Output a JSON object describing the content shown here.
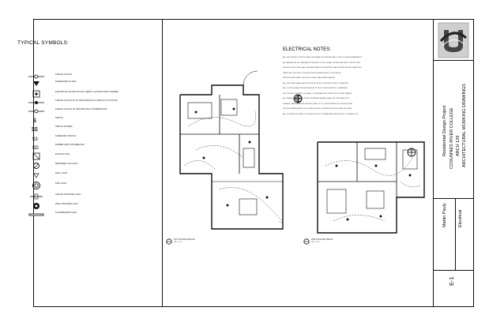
{
  "legend": {
    "title": "TYPICAL SYMBOLS:",
    "items": [
      {
        "label": "DUPLEX OUTLET",
        "icon": "duplex-outlet-icon"
      },
      {
        "label": "TELEPHONE OUTLET",
        "icon": "telephone-outlet-icon"
      },
      {
        "label": "ELECTRICAL FLOOR OUTLET (VERIFY LOCATION WITH OWNER)",
        "icon": "floor-outlet-icon"
      },
      {
        "label": "DUPLEX OUTLET W/ (1) SWITCHED PLUG (SWITCH TO OUTLET)",
        "icon": "switched-outlet-icon"
      },
      {
        "label": "DUPLEX OUTLET W/ GROUND FAULT INTERRUPTOR",
        "icon": "gfi-outlet-icon"
      },
      {
        "label": "SWITCH",
        "icon": "switch-icon"
      },
      {
        "label": "SWITCH DOUBLE",
        "icon": "double-switch-icon"
      },
      {
        "label": "THREE-WAY SWITCH",
        "icon": "three-way-switch-icon"
      },
      {
        "label": "DIMMER SWITCH/THREE WAY",
        "icon": "dimmer-switch-icon"
      },
      {
        "label": "EXHAUST FAN",
        "icon": "exhaust-fan-icon"
      },
      {
        "label": "RECESSED CAN LIGHT",
        "icon": "recessed-light-icon"
      },
      {
        "label": "WALL LIGHT",
        "icon": "wall-light-icon"
      },
      {
        "label": "DISC LIGHT",
        "icon": "disc-light-icon"
      },
      {
        "label": "CEILING MOUNTED LIGHT",
        "icon": "ceiling-light-icon"
      },
      {
        "label": "WALL MOUNTED LIGHT",
        "icon": "wall-mounted-light-icon"
      },
      {
        "label": "FLUORESCENT LIGHT",
        "icon": "fluorescent-light-icon"
      }
    ]
  },
  "notes": {
    "title": "ELECTRICAL NOTES:",
    "lines": [
      "ALL ELECTRICAL OUTLETS SHALL BE INSTALLED PER NEC AND LOCAL CODE REQUIREMENTS",
      "ALL BATHROOM, KITCHEN AND EXTERIOR OUTLETS SHALL BE GROUND FAULT PROTECTED",
      "SMOKE DETECTORS SHALL BE HARDWIRED WITH BATTERY BACKUP AND INTERCONNECTED",
      "VERIFY ALL FIXTURE LOCATIONS WITH OWNER PRIOR TO ROUGH-IN",
      "PROVIDE DEDICATED CIRCUITS FOR ALL MAJOR APPLIANCES",
      "ALL SWITCHES SHALL BE MOUNTED AT 48\" A.F.F. UNLESS NOTED OTHERWISE",
      "ALL OUTLETS SHALL BE MOUNTED AT 12\" A.F.F. UNLESS NOTED OTHERWISE",
      "ELECTRICAL CONTRACTOR SHALL COORDINATE ALL WORK WITH OTHER TRADES",
      "ALL WIRING SHALL BE COPPER, ALUMINUM WIRING SHALL NOT BE PERMITTED",
      "EXHAUST FANS SHALL BE VENTED DIRECTLY TO THE EXTERIOR OF THE BUILDING",
      "PROVIDE WEATHERPROOF COVERS FOR ALL EXTERIOR OUTLETS AND FIXTURES",
      "ALL LIGHTING FIXTURES TO BE SELECTED BY OWNER AND INSTALLED BY CONTRACTOR"
    ]
  },
  "drawings": {
    "first_floor": {
      "title": "1ST FLR ELECTRICAL",
      "scale": "1/8\" = 1'-0\""
    },
    "second_floor": {
      "title": "2ND FLR ELECTRICAL",
      "scale": "1/8\" = 1'-0\""
    }
  },
  "title_block": {
    "project": "Residential Design Project",
    "college": "COSUMNES RIVER COLLEGE",
    "course": "ARCH 129",
    "subtitle": "ARCHITECTURAL WORKING DRAWINGS",
    "author": "Martin Pauly",
    "discipline": "Electrical",
    "sheet_number": "E-1",
    "logo": "college-logo-icon"
  }
}
